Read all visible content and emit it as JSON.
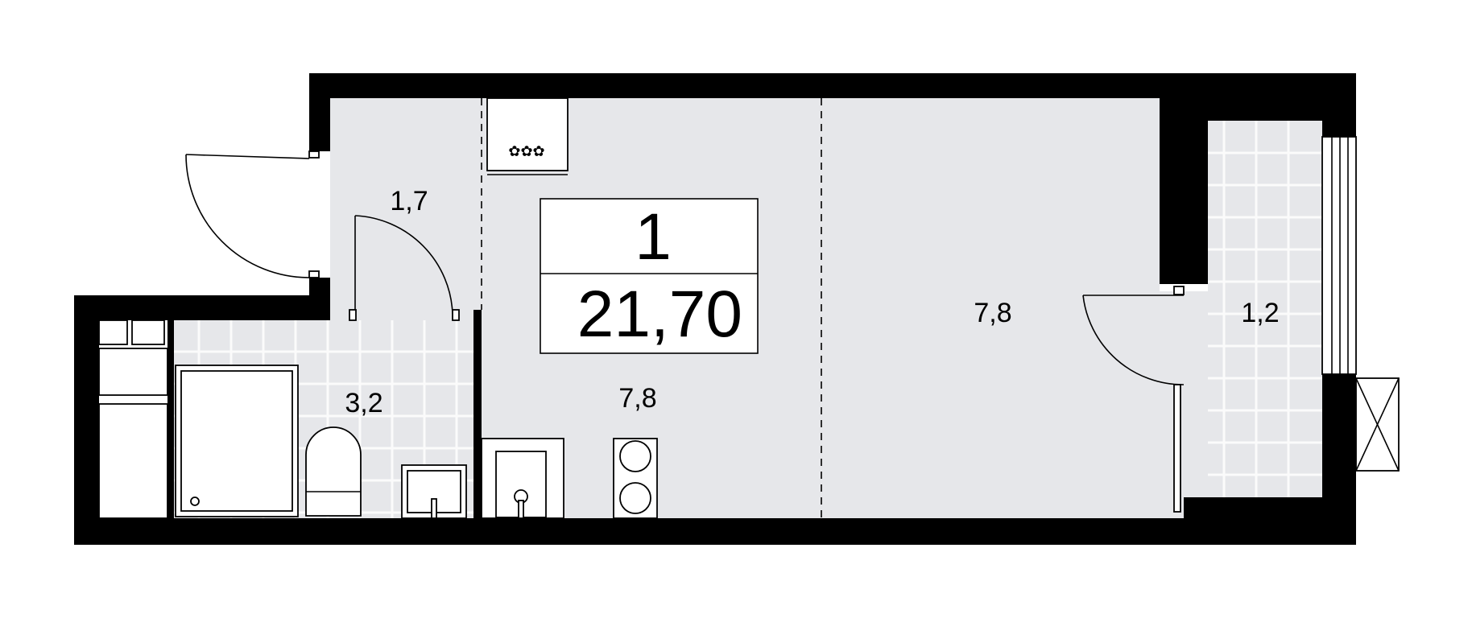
{
  "apartment": {
    "rooms_count": "1",
    "total_area": "21,70"
  },
  "rooms": {
    "hall": "1,7",
    "bathroom": "3,2",
    "kitchen": "7,8",
    "living": "7,8",
    "balcony": "1,2"
  },
  "colors": {
    "wall": "#000000",
    "floor": "#e6e7ea",
    "background": "#ffffff"
  }
}
